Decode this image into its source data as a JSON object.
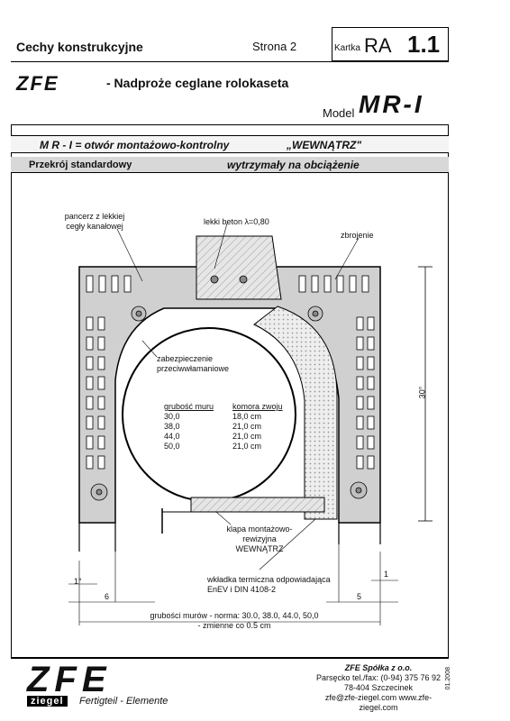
{
  "header": {
    "title": "Cechy konstrukcyjne",
    "page": "Strona 2",
    "kartka_label": "Kartka",
    "kartka_code": "RA",
    "kartka_number": "1.1"
  },
  "product": {
    "logo_text": "ZFE",
    "name": "- Nadproże ceglane rolokaseta",
    "model_label": "Model",
    "model_value": "MR-I"
  },
  "spec": {
    "row1_left": "M R - I  = otwór montażowo-kontrolny",
    "row1_right": "„WEWNĄTRZ\"",
    "row2_left": "Przekrój standardowy",
    "row2_right": "wytrzymały na obciążenie"
  },
  "drawing": {
    "labels": {
      "pancerz": [
        "pancerz z lekkiej",
        "cegły kanałowej"
      ],
      "beton": "lekki beton λ=0,80",
      "zbrojenie": "zbrojenie",
      "zabezpieczenie": [
        "zabezpieczenie",
        "przeciwwłamaniowe"
      ],
      "klapa": [
        "klapa montażowo-",
        "rewizyjna",
        "WEWNĄTRZ"
      ],
      "wkladka": [
        "wkładka termiczna odpowiadająca",
        "EnEV i DIN 4108-2"
      ],
      "dim_30": "30°",
      "dim_1_left": "1°",
      "dim_1_right": "1",
      "dim_6": "6",
      "dim_5": "5",
      "walls": [
        "grubości murów - norma: 30.0, 38.0, 44.0, 50,0",
        "- zmienne co 0.5 cm"
      ]
    },
    "table": {
      "headers": [
        "grubość muru",
        "komora zwoju"
      ],
      "rows": [
        [
          "30,0",
          "18,0 cm"
        ],
        [
          "38,0",
          "21,0 cm"
        ],
        [
          "44,0",
          "21,0 cm"
        ],
        [
          "50,0",
          "21,0 cm"
        ]
      ]
    }
  },
  "footer": {
    "logo_text": "ZFE",
    "ziegel": "ziegel",
    "tagline": "Fertigteil - Elemente",
    "company": [
      "ZFE  Spółka z o.o.",
      "Parsęcko tel./fax: (0-94) 375 76 92",
      "78-404 Szczecinek",
      "zfe@zfe-ziegel.com      www.zfe-ziegel.com"
    ],
    "date_code": "01.2008"
  }
}
